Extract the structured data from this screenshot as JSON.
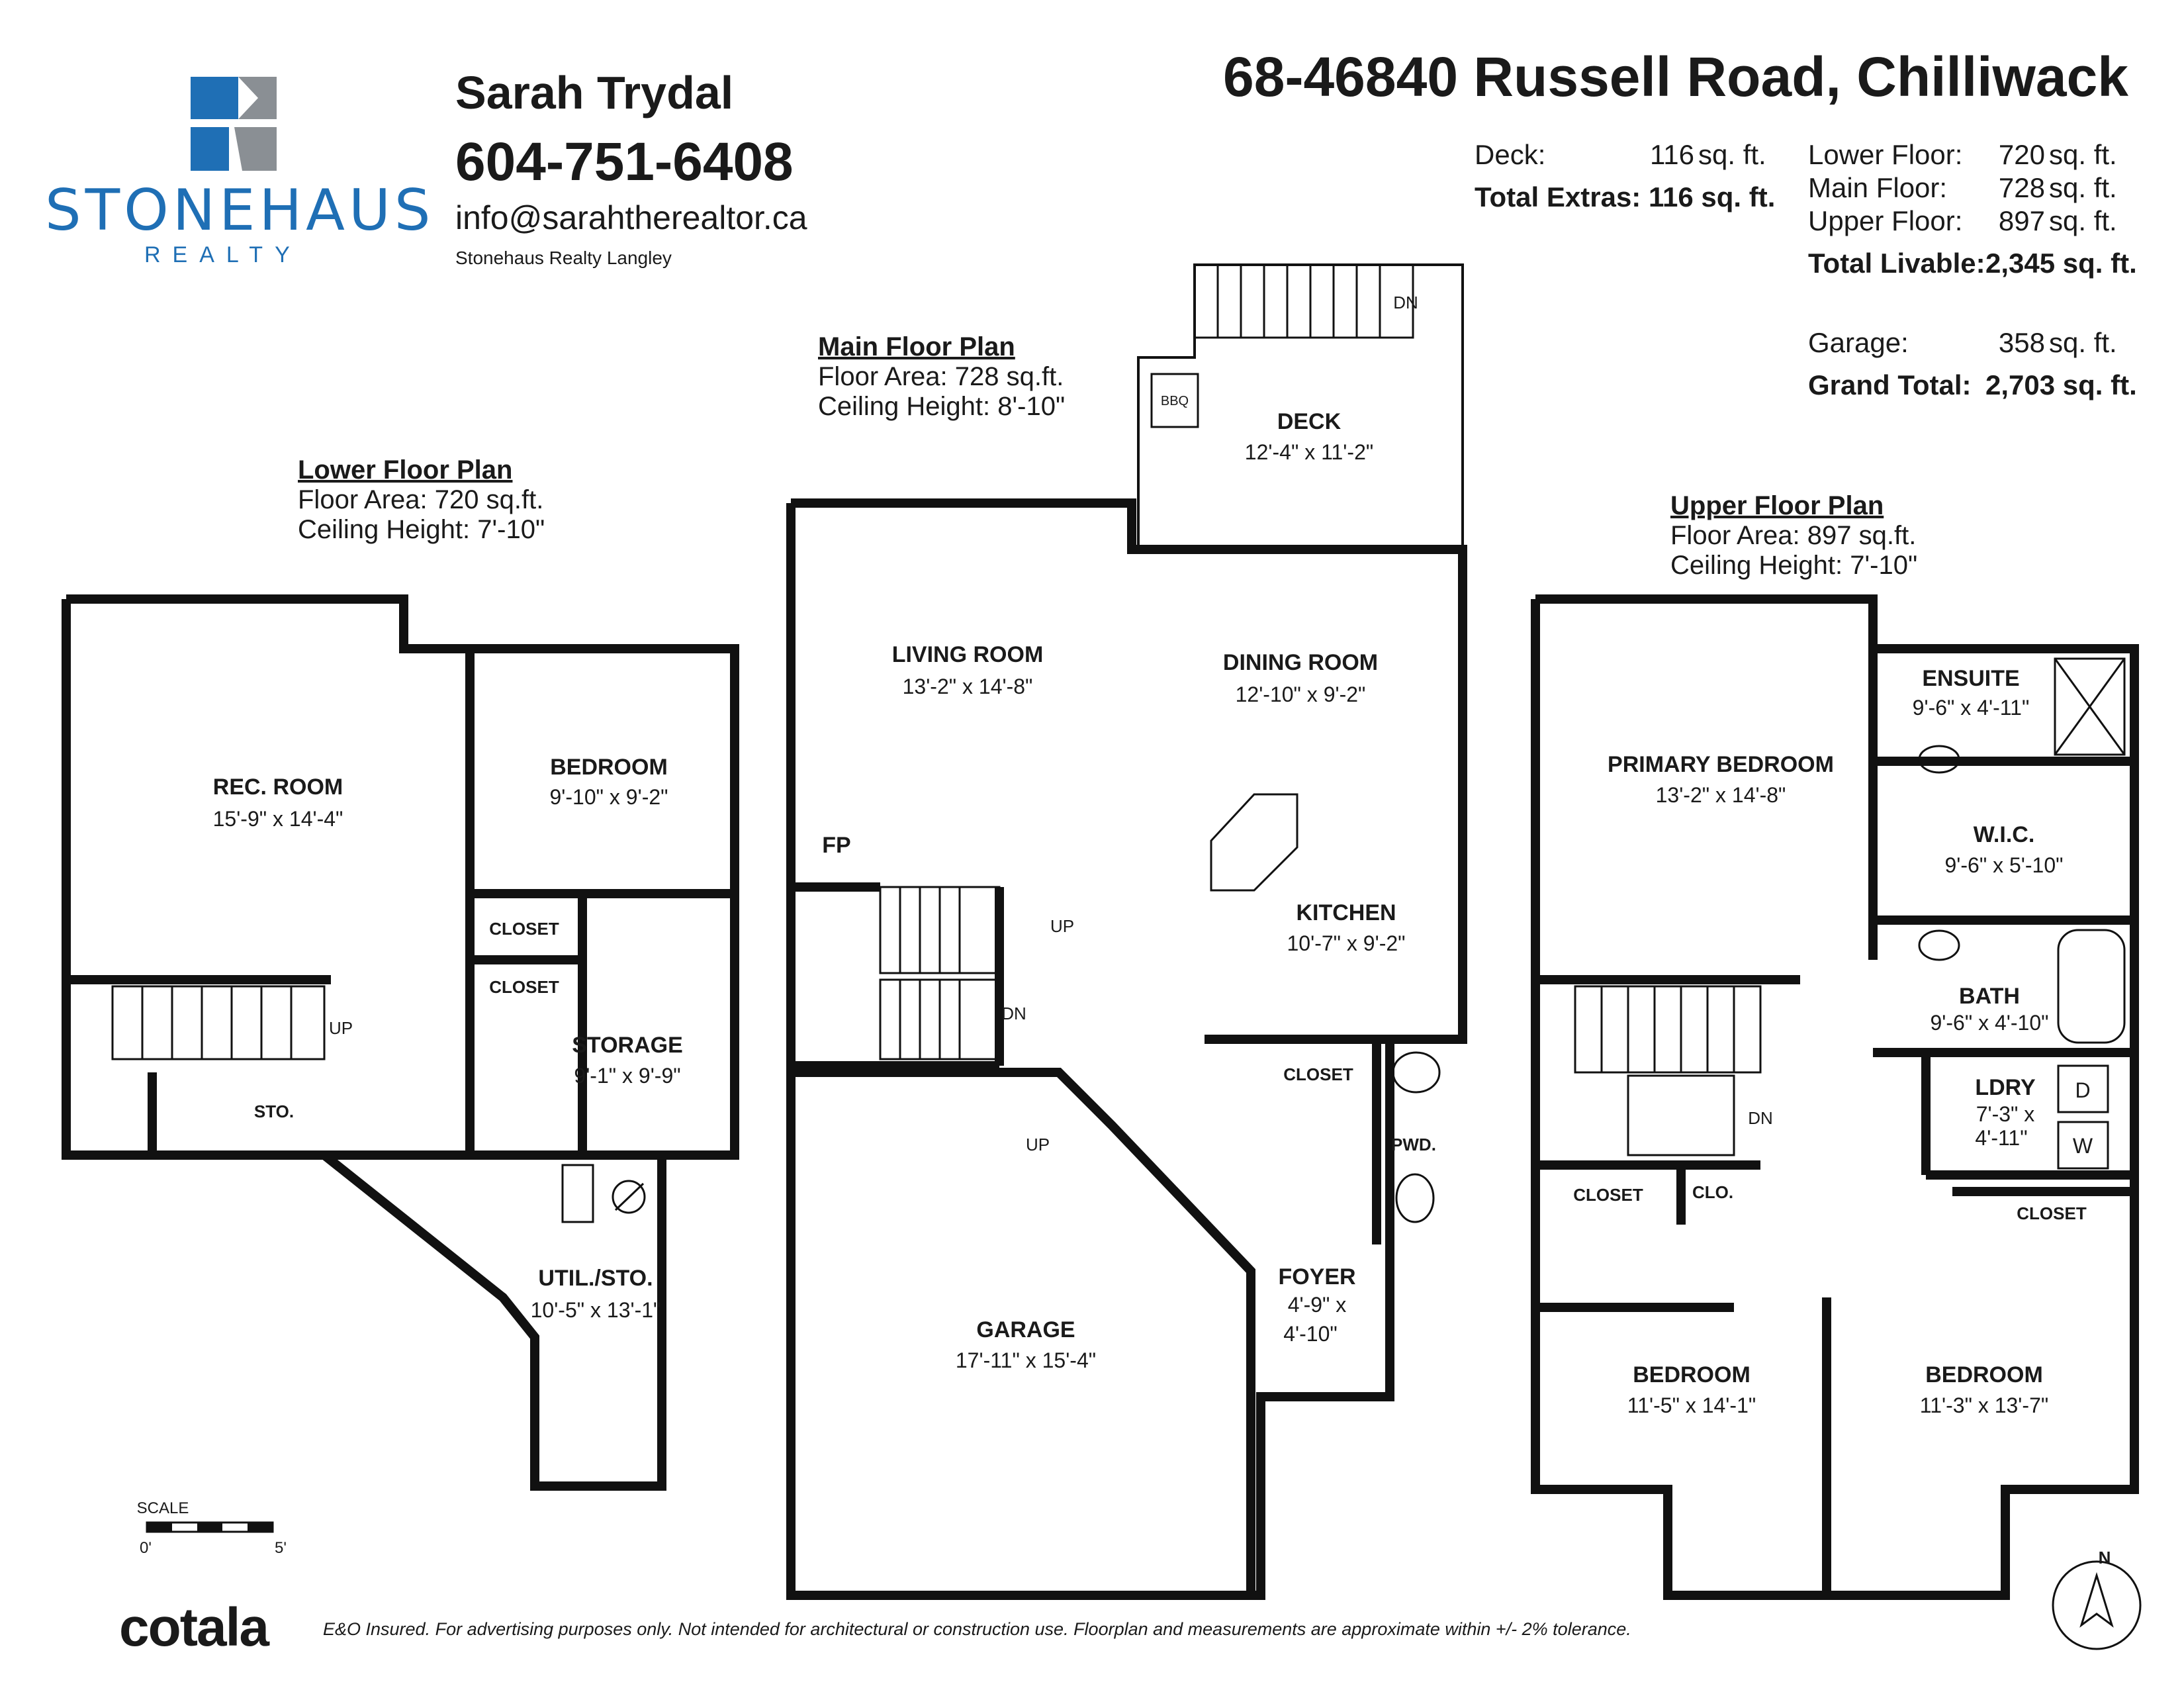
{
  "brand": {
    "name": "STONEHAUS",
    "sub": "REALTY"
  },
  "agent": {
    "name": "Sarah Trydal",
    "phone": "604-751-6408",
    "email": "info@sarahtherealtor.ca",
    "office": "Stonehaus Realty Langley"
  },
  "property": {
    "address": "68-46840 Russell Road, Chilliwack"
  },
  "extras": {
    "deck_label": "Deck:",
    "deck_value": "116",
    "unit": "sq. ft.",
    "total_label": "Total Extras: 116 sq. ft."
  },
  "floors": {
    "lower_label": "Lower Floor:",
    "lower_value": "720",
    "main_label": "Main Floor:",
    "main_value": "728",
    "upper_label": "Upper Floor:",
    "upper_value": "897",
    "unit": "sq. ft.",
    "total_label": "Total Livable:",
    "total_value": "2,345 sq. ft.",
    "garage_label": "Garage:",
    "garage_value": "358",
    "grand_label": "Grand Total:",
    "grand_value": "2,703 sq. ft."
  },
  "plans": {
    "lower": {
      "title": "Lower Floor Plan",
      "area": "Floor Area: 720 sq.ft.",
      "ceiling": "Ceiling Height: 7'-10\""
    },
    "main": {
      "title": "Main Floor Plan",
      "area": "Floor Area: 728 sq.ft.",
      "ceiling": "Ceiling Height: 8'-10\""
    },
    "upper": {
      "title": "Upper Floor Plan",
      "area": "Floor Area: 897 sq.ft.",
      "ceiling": "Ceiling Height: 7'-10\""
    }
  },
  "rooms": {
    "rec_room": {
      "name": "REC. ROOM",
      "dim": "15'-9\" x 14'-4\""
    },
    "lower_bedroom": {
      "name": "BEDROOM",
      "dim": "9'-10\" x 9'-2\""
    },
    "lower_closet1": "CLOSET",
    "lower_closet2": "CLOSET",
    "storage": {
      "name": "STORAGE",
      "dim": "9'-1\" x 9'-9\""
    },
    "sto": "STO.",
    "util": {
      "name": "UTIL./STO.",
      "dim": "10'-5\" x 13'-1\""
    },
    "living": {
      "name": "LIVING ROOM",
      "dim": "13'-2\" x 14'-8\""
    },
    "dining": {
      "name": "DINING ROOM",
      "dim": "12'-10\" x 9'-2\""
    },
    "deck": {
      "name": "DECK",
      "dim": "12'-4\" x 11'-2\""
    },
    "kitchen": {
      "name": "KITCHEN",
      "dim": "10'-7\" x 9'-2\""
    },
    "fp": "FP",
    "main_closet": "CLOSET",
    "pwd": "PWD.",
    "foyer": {
      "name": "FOYER",
      "dim1": "4'-9\" x",
      "dim2": "4'-10\""
    },
    "garage": {
      "name": "GARAGE",
      "dim": "17'-11\" x 15'-4\""
    },
    "primary": {
      "name": "PRIMARY BEDROOM",
      "dim": "13'-2\" x 14'-8\""
    },
    "ensuite": {
      "name": "ENSUITE",
      "dim": "9'-6\" x 4'-11\""
    },
    "wic": {
      "name": "W.I.C.",
      "dim": "9'-6\" x 5'-10\""
    },
    "bath": {
      "name": "BATH",
      "dim": "9'-6\" x 4'-10\""
    },
    "ldry": {
      "name": "LDRY",
      "dim1": "7'-3\" x",
      "dim2": "4'-11\""
    },
    "upper_closet1": "CLOSET",
    "upper_clo": "CLO.",
    "upper_closet2": "CLOSET",
    "bedroom2": {
      "name": "BEDROOM",
      "dim": "11'-5\" x 14'-1\""
    },
    "bedroom3": {
      "name": "BEDROOM",
      "dim": "11'-3\" x 13'-7\""
    }
  },
  "marks": {
    "up": "UP",
    "dn": "DN",
    "bbq": "BBQ",
    "dryer": "D",
    "washer": "W",
    "north": "N"
  },
  "scale": {
    "label": "SCALE",
    "start": "0'",
    "end": "5'"
  },
  "footer": {
    "brand": "cotala",
    "disclaimer": "E&O Insured. For advertising purposes only. Not intended for architectural or construction use. Floorplan and measurements are approximate within +/- 2% tolerance."
  },
  "colors": {
    "brand_blue": "#1f6fb5",
    "brand_grey": "#8a8f94",
    "wall": "#111111"
  }
}
